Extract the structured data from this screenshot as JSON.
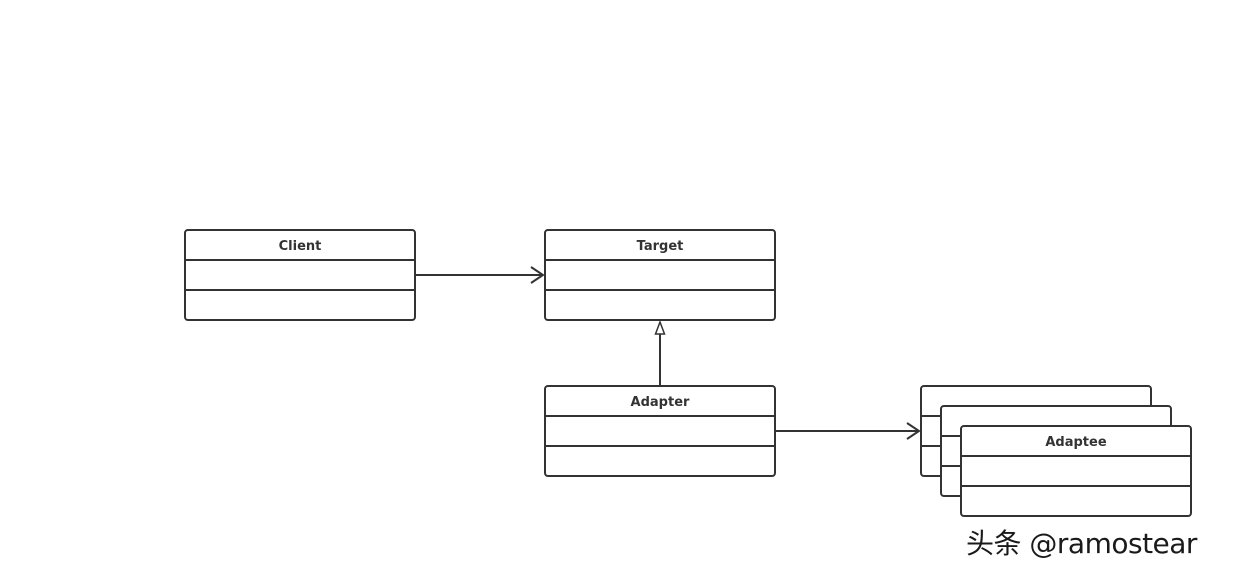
{
  "classes": {
    "client": {
      "name": "Client"
    },
    "target": {
      "name": "Target"
    },
    "adapter": {
      "name": "Adapter"
    },
    "adaptee": {
      "name": "Adaptee"
    }
  },
  "watermark": {
    "text": "头条 @ramostear"
  }
}
